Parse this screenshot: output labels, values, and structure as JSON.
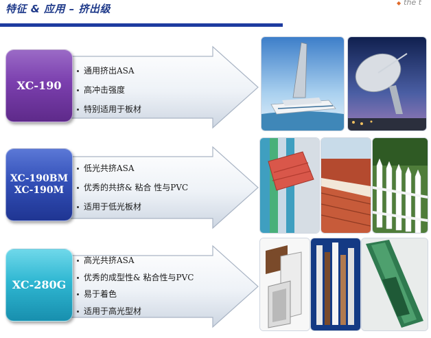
{
  "slide": {
    "title": "特征 & 应用 – 挤出级",
    "corner_text": "the t"
  },
  "rows": [
    {
      "grade_lines": [
        "XC-190"
      ],
      "features": [
        "通用挤出ASA",
        "高冲击强度",
        "特别适用于板材"
      ],
      "images": [
        "yacht-photo",
        "satellite-dish-photo"
      ],
      "color": "#7b3fae"
    },
    {
      "grade_lines": [
        "XC-190BM",
        "XC-190M"
      ],
      "features": [
        "低光共挤ASA",
        "优秀的共挤& 粘合 性与PVC",
        "适用于低光板材"
      ],
      "images": [
        "roof-sheet-photo",
        "roof-tile-photo",
        "white-fence-photo"
      ],
      "color": "#3350b8"
    },
    {
      "grade_lines": [
        "XC-280G"
      ],
      "features": [
        "高光共挤ASA",
        "优秀的成型性& 粘合性与PVC",
        "易于着色",
        "适用于高光型材"
      ],
      "images": [
        "window-profile-photo",
        "color-profiles-photo",
        "green-profile-photo"
      ],
      "color": "#2fb7d2"
    }
  ]
}
